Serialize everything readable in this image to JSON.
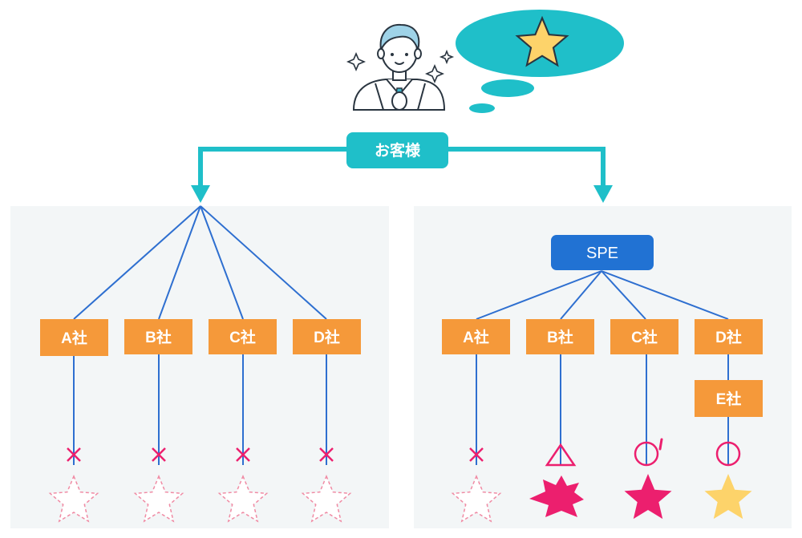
{
  "customer": {
    "label": "お客様"
  },
  "spe": {
    "label": "SPE"
  },
  "left_panel": {
    "companies": [
      {
        "label": "A社",
        "mark": "cross",
        "star": "outline-dashed"
      },
      {
        "label": "B社",
        "mark": "cross",
        "star": "outline-dashed"
      },
      {
        "label": "C社",
        "mark": "cross",
        "star": "outline-dashed"
      },
      {
        "label": "D社",
        "mark": "cross",
        "star": "outline-dashed"
      }
    ]
  },
  "right_panel": {
    "companies": [
      {
        "label": "A社",
        "mark": "cross",
        "star": "outline-dashed"
      },
      {
        "label": "B社",
        "mark": "triangle",
        "star": "pink-distorted"
      },
      {
        "label": "C社",
        "mark": "circle-prime",
        "star": "pink-solid"
      },
      {
        "label": "D社",
        "mark": "circle",
        "star": "yellow-solid",
        "sub": "E社"
      }
    ]
  },
  "colors": {
    "teal": "#1fbfc9",
    "blue_line": "#2e6fd0",
    "spe_blue": "#2172d3",
    "orange": "#f5993a",
    "panel_bg": "#f3f6f7",
    "pink": "#ec1f6e",
    "yellow_star": "#fdd36a",
    "star_outline": "#f08ba4"
  },
  "icons": [
    "person-icon",
    "sparkle-icon",
    "thought-bubble-icon",
    "star-icon"
  ]
}
